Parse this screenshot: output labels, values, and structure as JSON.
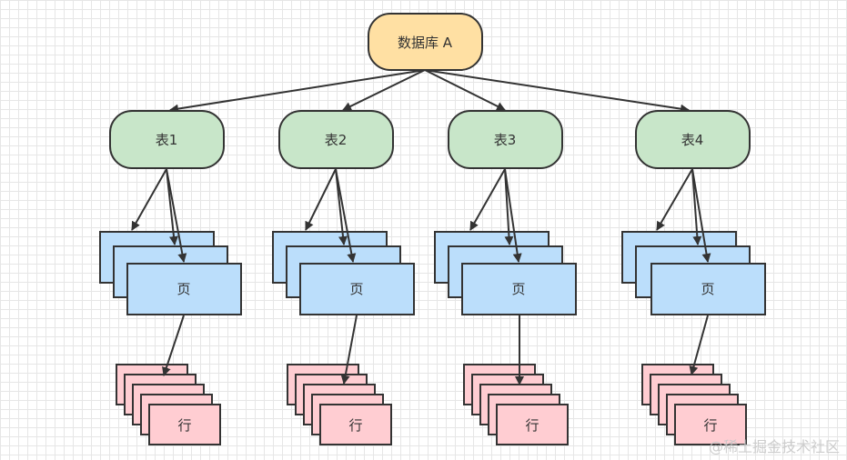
{
  "database": {
    "label": "数据库 A"
  },
  "tables": [
    {
      "label": "表1"
    },
    {
      "label": "表2"
    },
    {
      "label": "表3"
    },
    {
      "label": "表4"
    }
  ],
  "page_label": "页",
  "row_label": "行",
  "watermark": "@稀土掘金技术社区",
  "colors": {
    "database_fill": "#ffe0a3",
    "table_fill": "#c8e6c9",
    "page_fill": "#bbdefb",
    "row_fill": "#ffcdd2",
    "stroke": "#333333"
  }
}
